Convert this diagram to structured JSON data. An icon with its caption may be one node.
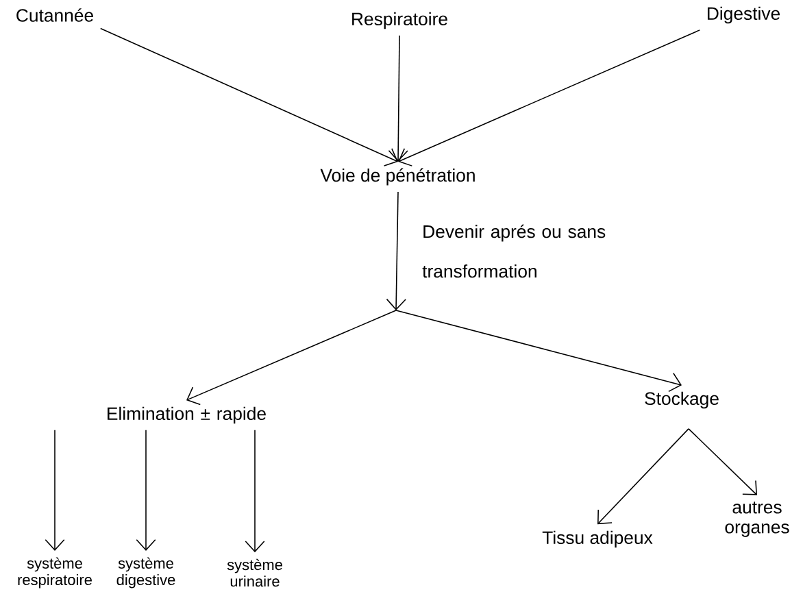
{
  "diagram": {
    "nodes": [
      {
        "text": [
          "Cutannée"
        ]
      },
      {
        "text": [
          "Respiratoire"
        ]
      },
      {
        "text": [
          "Digestive"
        ]
      },
      {
        "text": [
          "Voie de pénétration"
        ]
      },
      {
        "text": [
          "Elimination ± rapide"
        ]
      },
      {
        "text": [
          "Stockage"
        ]
      },
      {
        "text": [
          "système respiratoire"
        ]
      },
      {
        "text": [
          "système digestive"
        ]
      },
      {
        "text": [
          "système urinaire"
        ]
      },
      {
        "text": [
          "Tissu adipeux"
        ]
      },
      {
        "text": [
          "autres organes"
        ]
      }
    ],
    "edges": [
      {
        "from": 0,
        "to": 3,
        "arrow": "to"
      },
      {
        "from": 1,
        "to": 3,
        "arrow": "to"
      },
      {
        "from": 2,
        "to": 3,
        "arrow": "to"
      },
      {
        "from": 3,
        "to": 4,
        "arrow": "to",
        "label": "Devenir aprés ou sans transformation"
      },
      {
        "from": 3,
        "to": 5,
        "arrow": "to"
      },
      {
        "from": 4,
        "to": 6,
        "arrow": "to"
      },
      {
        "from": 4,
        "to": 7,
        "arrow": "to"
      },
      {
        "from": 4,
        "to": 8,
        "arrow": "to"
      },
      {
        "from": 5,
        "to": 9,
        "arrow": "to"
      },
      {
        "from": 5,
        "to": 10,
        "arrow": "to"
      }
    ]
  }
}
